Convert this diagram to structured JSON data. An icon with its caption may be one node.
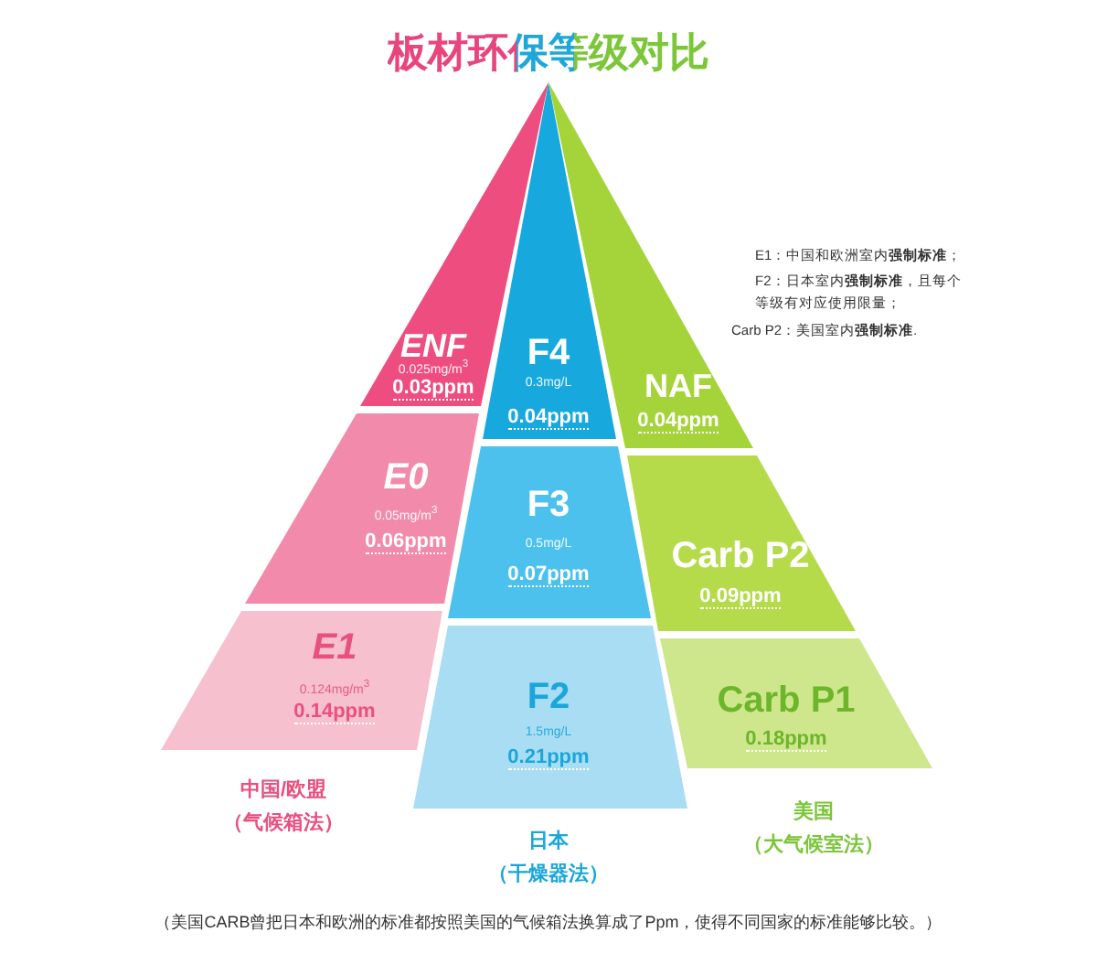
{
  "diagram": {
    "title": "板材环保等级对比",
    "caption": "（美国CARB曾把日本和欧洲的标准都按照美国的气候箱法换算成了Ppm，使得不同国家的标准能够比较。）",
    "nodes": [
      {
        "text": [
          "ENF",
          "0.025mg/m$^{3}$",
          "0.03ppm"
        ]
      },
      {
        "text": [
          "F4",
          "0.3mg/L",
          "0.04ppm"
        ]
      },
      {
        "text": [
          "NAF",
          "0.04ppm"
        ]
      },
      {
        "text": [
          "E0",
          "0.05mg/m$^{3}$",
          "0.06ppm"
        ]
      },
      {
        "text": [
          "F3",
          "0.5mg/L",
          "0.07ppm"
        ]
      },
      {
        "text": [
          "Carb P2",
          "0.09ppm"
        ]
      },
      {
        "text": [
          "E1",
          "0.124mg/m$^{3}$",
          "0.14ppm"
        ]
      },
      {
        "text": [
          "F2",
          "1.5mg/L",
          "0.21ppm"
        ]
      },
      {
        "text": [
          "Carb P1",
          "0.18ppm"
        ]
      }
    ],
    "labels": [
      "E1：中国和欧洲室内**强制标准**；",
      "F2：日本室内**强制标准**，且每个等级有对应使用限量；",
      "Carb P2：美国室内**强制标准**.",
      "中国/欧盟",
      "（气候箱法）",
      "日本",
      "（干燥器法）",
      "美国",
      "（大气候室法）"
    ]
  }
}
